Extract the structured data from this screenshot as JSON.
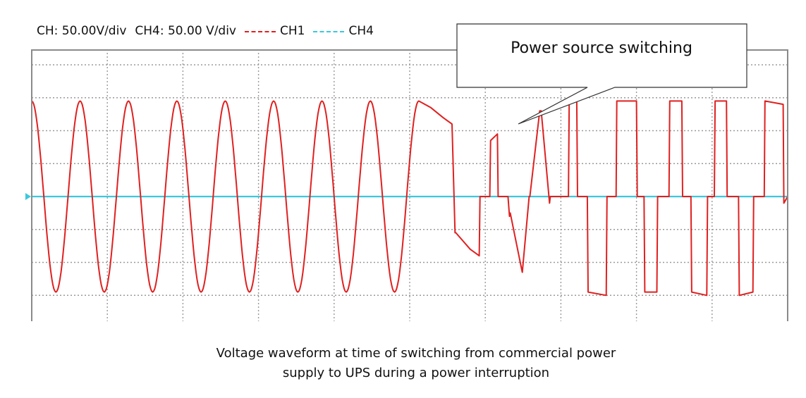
{
  "legend": {
    "scale_ch": "CH: 50.00V/div",
    "scale_ch4": "CH4: 50.00 V/div",
    "series": [
      {
        "name": "CH1",
        "color": "#e02020"
      },
      {
        "name": "CH4",
        "color": "#3cc8dc"
      }
    ]
  },
  "callout": {
    "text": "Power source switching"
  },
  "caption": {
    "line1": "Voltage waveform at time of switching from commercial power",
    "line2": "supply to UPS during a power interruption"
  },
  "chart_data": {
    "type": "line",
    "title": "",
    "xlabel": "",
    "ylabel": "",
    "grid": true,
    "y_unit": "div",
    "x_unit": "div",
    "xlim": [
      0,
      10
    ],
    "ylim": [
      -4,
      4
    ],
    "annotations": [
      {
        "text": "Power source switching",
        "x": 5.3,
        "y": 3.1
      }
    ],
    "series": [
      {
        "name": "CH1",
        "color": "#e02020",
        "x": [
          0,
          0.16,
          0.32,
          0.48,
          0.64,
          0.8,
          0.96,
          1.12,
          1.28,
          1.44,
          1.6,
          1.76,
          1.92,
          2.08,
          2.24,
          2.4,
          2.56,
          2.72,
          2.88,
          3.04,
          3.2,
          3.36,
          3.52,
          3.68,
          3.84,
          4.0,
          4.16,
          4.32,
          4.48,
          4.64,
          4.8,
          4.96,
          5.12,
          5.28,
          5.44,
          5.56,
          5.6,
          5.61,
          5.8,
          5.92,
          5.93,
          6.06,
          6.07,
          6.16,
          6.17,
          6.28,
          6.3,
          6.32,
          6.33,
          6.48,
          6.49,
          6.58,
          6.59,
          6.72,
          6.74,
          6.85,
          6.86,
          7.1,
          7.11,
          7.21,
          7.22,
          7.35,
          7.36,
          7.6,
          7.61,
          7.73,
          7.74,
          8.0,
          8.01,
          8.1,
          8.11,
          8.27,
          8.28,
          8.43,
          8.44,
          8.6,
          8.61,
          8.72,
          8.73,
          8.93,
          8.94,
          9.03,
          9.04,
          9.19,
          9.2,
          9.35,
          9.36,
          9.54,
          9.55,
          9.69,
          9.7,
          9.94,
          9.95,
          10.0
        ],
        "y": [
          2.9,
          0,
          -2.9,
          0,
          2.9,
          0,
          -2.9,
          0,
          2.9,
          0,
          -2.9,
          0,
          2.9,
          0,
          -2.9,
          0,
          2.9,
          0,
          -2.9,
          0,
          2.9,
          0,
          -2.9,
          0,
          2.9,
          0,
          -2.9,
          0,
          2.9,
          0,
          -2.9,
          0,
          2.9,
          2.7,
          2.4,
          2.2,
          -1.1,
          -1.1,
          -1.6,
          -1.8,
          0,
          0,
          1.7,
          1.9,
          0,
          0,
          0,
          -0.6,
          -0.5,
          -2.2,
          -2.3,
          0,
          0,
          2.6,
          2.6,
          -0.2,
          0,
          0,
          2.9,
          2.9,
          0,
          0,
          -2.9,
          -3.0,
          0,
          0,
          2.9,
          2.9,
          0,
          0,
          -2.9,
          -2.9,
          0,
          0,
          2.9,
          2.9,
          0,
          0,
          -2.9,
          -3.0,
          0,
          0,
          2.9,
          2.9,
          0,
          0,
          -3.0,
          -2.9,
          0,
          0,
          2.9,
          2.8,
          -0.2,
          0
        ]
      },
      {
        "name": "CH4",
        "color": "#3cc8dc",
        "x": [
          0,
          10
        ],
        "y": [
          0,
          0
        ]
      }
    ]
  }
}
